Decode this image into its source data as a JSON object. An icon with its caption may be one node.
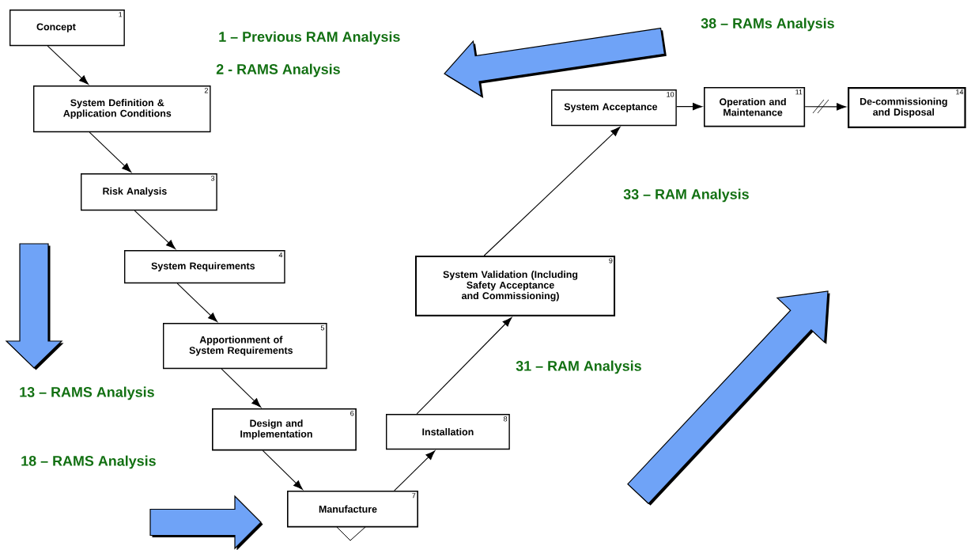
{
  "diagram": {
    "nodes": [
      {
        "text": [
          "Concept",
          "1"
        ]
      },
      {
        "text": [
          "System Definition & Application Conditions",
          "2"
        ]
      },
      {
        "text": [
          "Risk Analysis",
          "3"
        ]
      },
      {
        "text": [
          "System Requirements",
          "4"
        ]
      },
      {
        "text": [
          "Apportionment of System Requirements",
          "5"
        ]
      },
      {
        "text": [
          "Design and Implementation",
          "6"
        ]
      },
      {
        "text": [
          "Manufacture",
          "7"
        ]
      },
      {
        "text": [
          "Installation",
          "8"
        ]
      },
      {
        "text": [
          "System Validation (Including Safety Acceptance and Commissioning)",
          "9"
        ]
      },
      {
        "text": [
          "System Acceptance",
          "10"
        ]
      },
      {
        "text": [
          "Operation and Maintenance",
          "11"
        ]
      },
      {
        "text": [
          "De-commissioning and Disposal",
          "14"
        ]
      }
    ],
    "edges": [
      {
        "from": 0,
        "to": 1,
        "arrow": "to"
      },
      {
        "from": 1,
        "to": 2,
        "arrow": "to"
      },
      {
        "from": 2,
        "to": 3,
        "arrow": "to"
      },
      {
        "from": 3,
        "to": 4,
        "arrow": "to"
      },
      {
        "from": 4,
        "to": 5,
        "arrow": "to"
      },
      {
        "from": 5,
        "to": 6,
        "arrow": "to"
      },
      {
        "from": 6,
        "to": 7,
        "arrow": "to"
      },
      {
        "from": 7,
        "to": 8,
        "arrow": "to"
      },
      {
        "from": 8,
        "to": 9,
        "arrow": "to"
      },
      {
        "from": 9,
        "to": 10,
        "arrow": "to"
      },
      {
        "from": 10,
        "to": 11,
        "arrow": "to"
      }
    ],
    "labels": [
      "38 – RAMs Analysis",
      "1 – Previous RAM Analysis",
      "2 - RAMS Analysis",
      "33 – RAM Analysis",
      "31 – RAM Analysis",
      "13 – RAMS Analysis",
      "18 – RAMS Analysis"
    ]
  }
}
